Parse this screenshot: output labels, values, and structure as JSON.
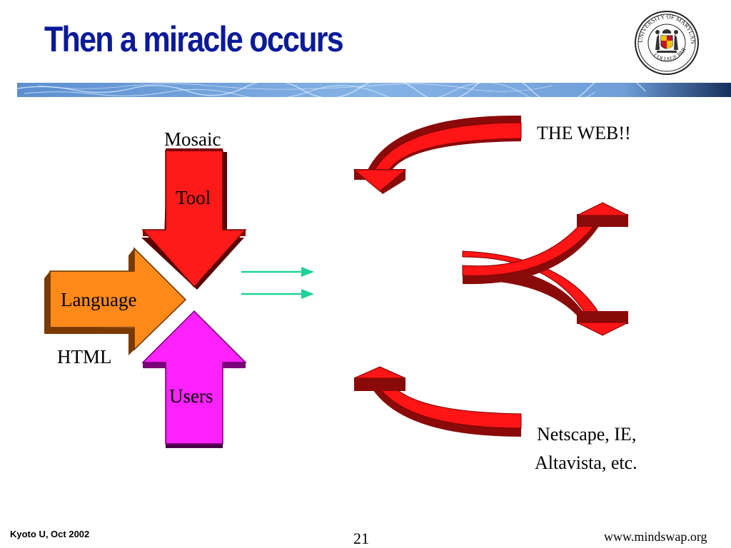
{
  "slide": {
    "title": "Then a miracle occurs",
    "footer_left": "Kyoto U, Oct 2002",
    "slide_number": "21",
    "footer_right": "www.mindswap.org"
  },
  "diagram": {
    "mosaic": "Mosaic",
    "tool": "Tool",
    "language": "Language",
    "html": "HTML",
    "users": "Users",
    "the_web": "THE WEB!!",
    "browsers_line1": "Netscape, IE,",
    "browsers_line2": "Altavista, etc."
  },
  "logo": {
    "text": "UNIVERSITY OF MARYLAND COLLEGE PARK"
  },
  "colors": {
    "title": "#0a1a9a",
    "tool_arrow": "#ff1a1a",
    "language_arrow": "#ff8a1a",
    "users_arrow": "#ff22ff",
    "connector_arrows": "#1fd19a",
    "curve_red": "#ff1515",
    "curve_dark": "#8a0a0a"
  }
}
